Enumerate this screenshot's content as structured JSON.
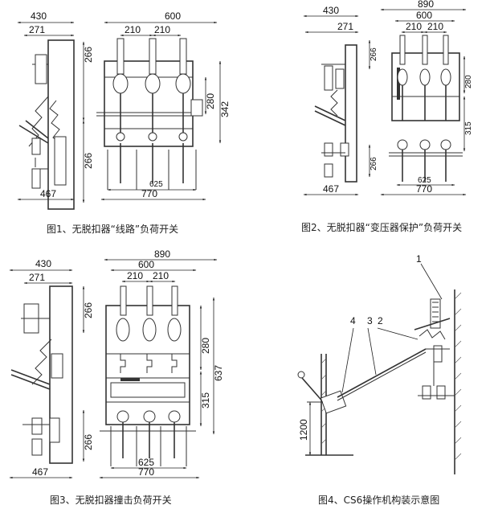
{
  "figures": [
    {
      "caption": "图1、无脱扣器“线路”负荷开关",
      "dims": {
        "d430": "430",
        "d271": "271",
        "d600": "600",
        "d210a": "210",
        "d210b": "210",
        "d266top": "266",
        "d266bot": "266",
        "d280": "280",
        "d342": "342",
        "d625": "625",
        "d770": "770",
        "d467": "467"
      }
    },
    {
      "caption": "图2、无脱扣器“变压器保护”负荷开关",
      "dims": {
        "d430": "430",
        "d271": "271",
        "d890": "890",
        "d600": "600",
        "d210a": "210",
        "d210b": "210",
        "d266top": "266",
        "d266bot": "266",
        "d280": "280",
        "d315": "315",
        "d625": "625",
        "d770": "770",
        "d467": "467"
      }
    },
    {
      "caption": "图3、无脱扣器撞击负荷开关",
      "dims": {
        "d430": "430",
        "d271": "271",
        "d890": "890",
        "d600": "600",
        "d210a": "210",
        "d210b": "210",
        "d266top": "266",
        "d266bot": "266",
        "d280": "280",
        "d637": "637",
        "d315": "315",
        "d625": "625",
        "d770": "770",
        "d467": "467"
      }
    },
    {
      "caption": "图4、CS6操作机构装示意图",
      "labels": {
        "l1": "1",
        "l2": "2",
        "l3": "3",
        "l4": "4",
        "d1200": "1200"
      }
    }
  ]
}
